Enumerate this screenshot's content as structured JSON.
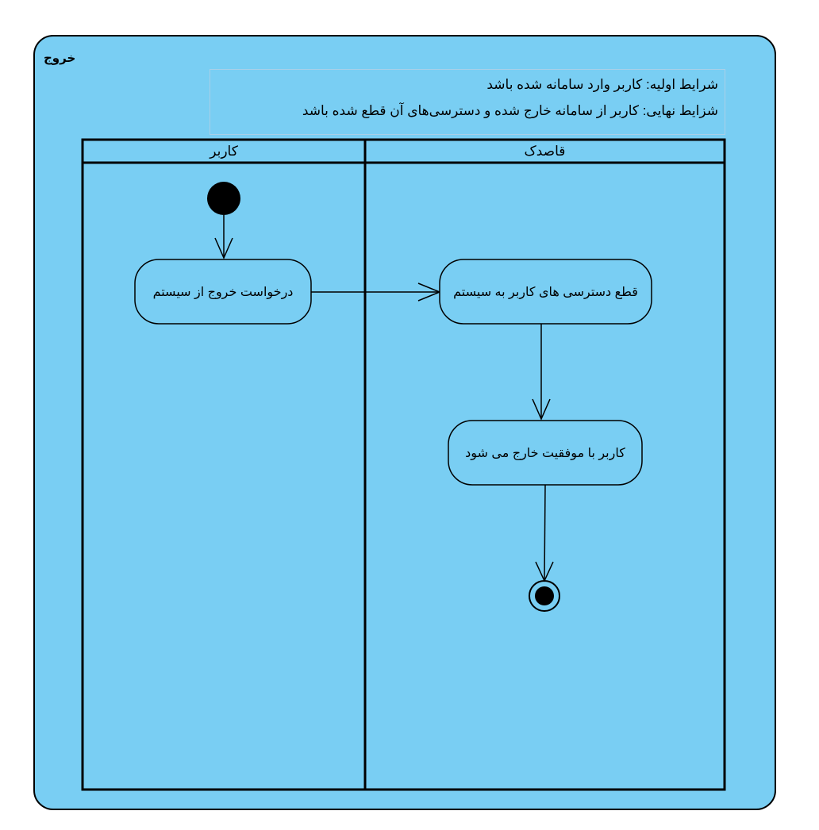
{
  "frame": {
    "title": "خروج"
  },
  "note": {
    "precondition": "شرایط اولیه: کاربر وارد سامانه شده باشد",
    "postcondition": "شزایط نهایی: کاربر از سامانه خارج شده و دسترسی‌های آن قطع شده باشد"
  },
  "lanes": [
    {
      "title": "کاربر"
    },
    {
      "title": "قاصدک"
    }
  ],
  "actions": {
    "request_logout": "درخواست خروج از سیستم",
    "revoke_access": "قطع دسترسی های کاربر به سیستم",
    "logout_success": "کاربر با موفقیت خارج می شود"
  },
  "colors": {
    "frame_fill": "#79cef3",
    "stroke": "#000000",
    "note_border": "#a9d0e8"
  }
}
